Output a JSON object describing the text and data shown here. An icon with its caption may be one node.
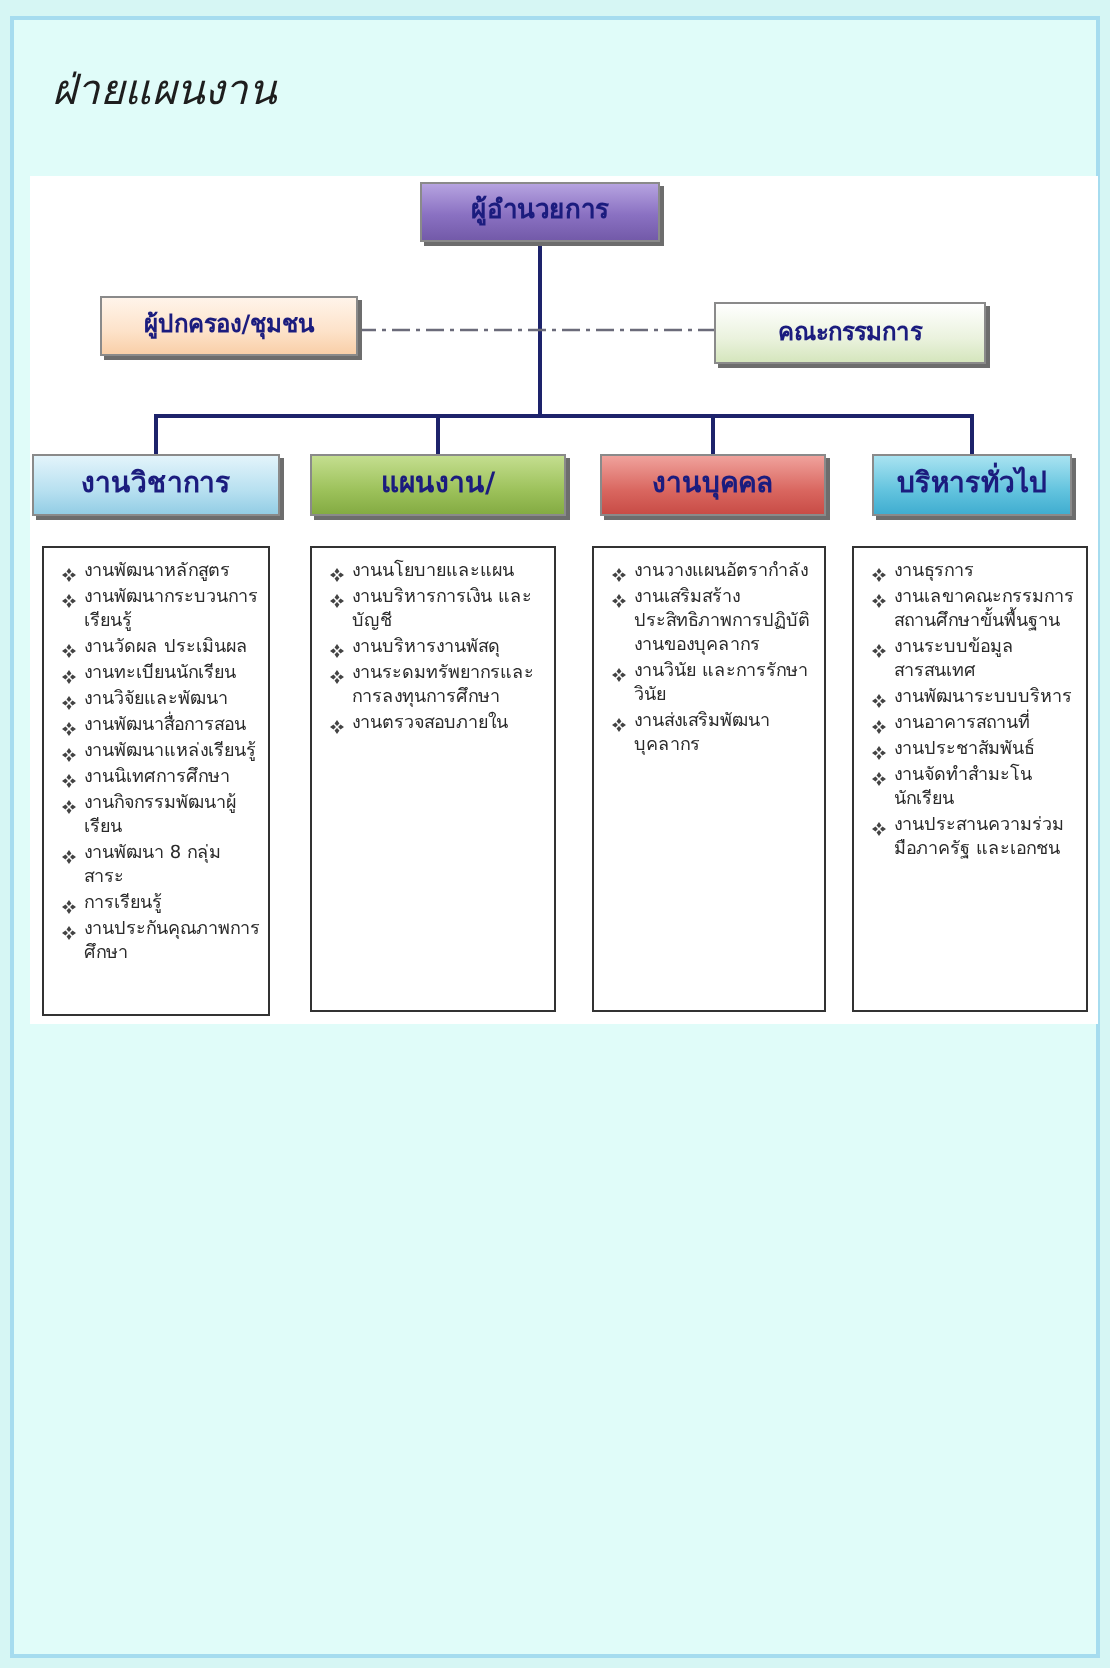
{
  "diagram": {
    "title": "ฝ่ายแผนงาน",
    "nodes": [
      {
        "text": [
          "ผู้อำนวยการ"
        ]
      },
      {
        "text": [
          "ผู้ปกครอง/ชุมชน"
        ]
      },
      {
        "text": [
          "คณะกรรมการ"
        ]
      },
      {
        "text": [
          "งานวิชาการ"
        ]
      },
      {
        "text": [
          "แผนงาน/"
        ]
      },
      {
        "text": [
          "งานบุคคล"
        ]
      },
      {
        "text": [
          "บริหารทั่วไป"
        ]
      },
      {
        "text": [
          "งานพัฒนาหลักสูตร",
          "งานพัฒนากระบวนการเรียนรู้",
          "งานวัดผล ประเมินผล",
          "งานทะเบียนนักเรียน",
          "งานวิจัยและพัฒนา",
          "งานพัฒนาสื่อการสอน",
          "งานพัฒนาแหล่งเรียนรู้",
          "งานนิเทศการศึกษา",
          "งานกิจกรรมพัฒนาผู้เรียน",
          "งานพัฒนา 8 กลุ่มสาระ",
          "การเรียนรู้",
          "งานประกันคุณภาพการศึกษา"
        ]
      },
      {
        "text": [
          "งานนโยบายและแผน",
          "งานบริหารการเงิน และบัญชี",
          "งานบริหารงานพัสดุ",
          "งานระดมทรัพยากรและการลงทุนการศึกษา",
          "งานตรวจสอบภายใน"
        ]
      },
      {
        "text": [
          "งานวางแผนอัตรากำลัง",
          "งานเสริมสร้างประสิทธิภาพการปฏิบัติงานของบุคลากร",
          "งานวินัย และการรักษาวินัย",
          "งานส่งเสริมพัฒนาบุคลากร"
        ]
      },
      {
        "text": [
          "งานธุรการ",
          "งานเลขาคณะกรรมการสถานศึกษาขั้นพื้นฐาน",
          "งานระบบข้อมูลสารสนเทศ",
          "งานพัฒนาระบบบริหาร",
          "งานอาคารสถานที่",
          "งานประชาสัมพันธ์",
          "งานจัดทำสำมะโนนักเรียน",
          "งานประสานความร่วมมือภาครัฐ และเอกชน"
        ]
      }
    ],
    "edges": [
      {
        "from": 0,
        "to": 3,
        "arrow": "none"
      },
      {
        "from": 0,
        "to": 4,
        "arrow": "none"
      },
      {
        "from": 0,
        "to": 5,
        "arrow": "none"
      },
      {
        "from": 0,
        "to": 6,
        "arrow": "none"
      },
      {
        "from": 1,
        "to": 2,
        "arrow": "none",
        "style": "dashed",
        "color": "#6b6b7a"
      }
    ]
  }
}
